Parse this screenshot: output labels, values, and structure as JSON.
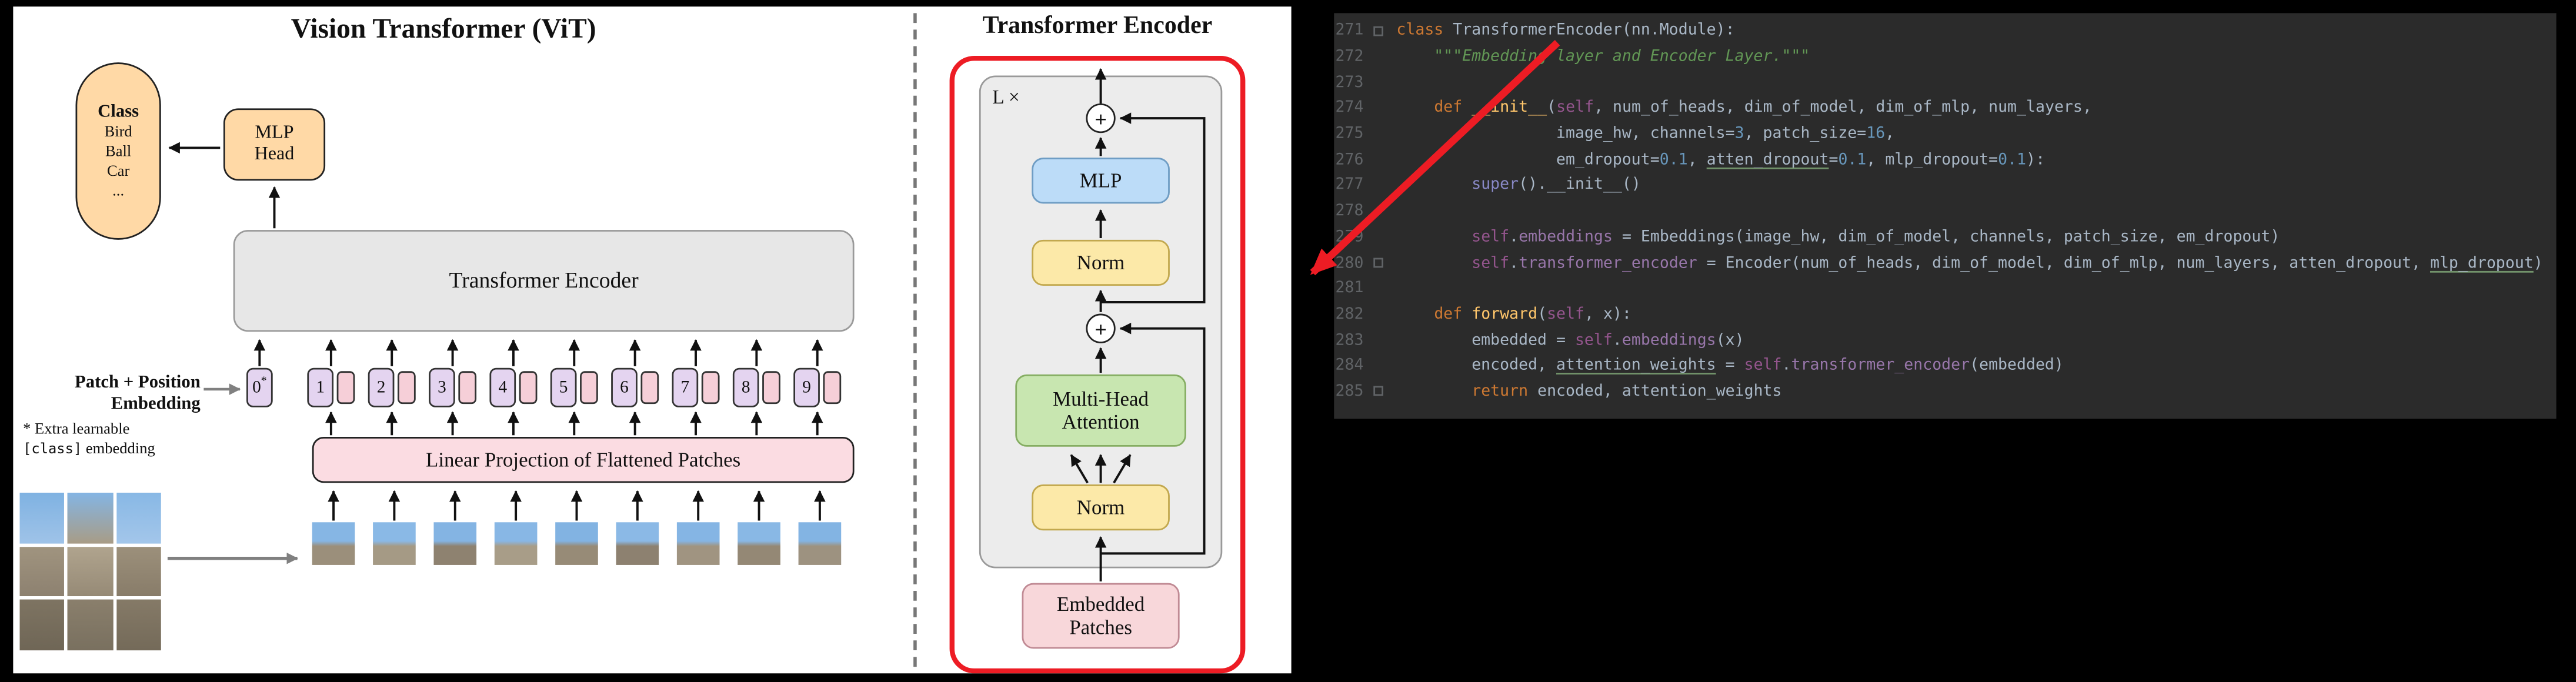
{
  "vit": {
    "title": "Vision Transformer (ViT)",
    "class_bubble": {
      "heading": "Class",
      "items": [
        "Bird",
        "Ball",
        "Car",
        "..."
      ]
    },
    "mlp_head": {
      "line1": "MLP",
      "line2": "Head"
    },
    "encoder_label": "Transformer Encoder",
    "patch_pos_label": {
      "line1": "Patch + Position",
      "line2": "Embedding"
    },
    "extra_note": {
      "line1": "* Extra learnable",
      "line2_code": "[class]",
      "line2_rest": " embedding"
    },
    "linear_projection_label": "Linear Projection of Flattened Patches",
    "tokens": [
      {
        "label": "0",
        "star": "*",
        "patch": false
      },
      {
        "label": "1",
        "patch": true
      },
      {
        "label": "2",
        "patch": true
      },
      {
        "label": "3",
        "patch": true
      },
      {
        "label": "4",
        "patch": true
      },
      {
        "label": "5",
        "patch": true
      },
      {
        "label": "6",
        "patch": true
      },
      {
        "label": "7",
        "patch": true
      },
      {
        "label": "8",
        "patch": true
      },
      {
        "label": "9",
        "patch": true
      }
    ]
  },
  "encoder_detail": {
    "title": "Transformer Encoder",
    "loop_label": "L ×",
    "plus_symbol": "+",
    "mlp_label": "MLP",
    "norm_top": "Norm",
    "norm_bottom": "Norm",
    "mha": {
      "line1": "Multi-Head",
      "line2": "Attention"
    },
    "embedded": {
      "line1": "Embedded",
      "line2": "Patches"
    }
  },
  "code_editor": {
    "lines": [
      {
        "num": "271",
        "fold": true,
        "segs": [
          [
            "kw",
            "class "
          ],
          [
            "plain",
            "TransformerEncoder(nn.Module):"
          ]
        ]
      },
      {
        "num": "272",
        "segs": [
          [
            "doc",
            "    \"\"\"Embedding layer and Encoder Layer.\"\"\""
          ]
        ]
      },
      {
        "num": "273",
        "segs": []
      },
      {
        "num": "274",
        "segs": [
          [
            "plain",
            "    "
          ],
          [
            "kw",
            "def "
          ],
          [
            "fn",
            "__init__"
          ],
          [
            "plain",
            "("
          ],
          [
            "self",
            "self"
          ],
          [
            "plain",
            ", num_of_heads, dim_of_model, dim_of_mlp, num_layers,"
          ]
        ]
      },
      {
        "num": "275",
        "segs": [
          [
            "plain",
            "                 image_hw, channels="
          ],
          [
            "num",
            "3"
          ],
          [
            "plain",
            ", patch_size="
          ],
          [
            "num",
            "16"
          ],
          [
            "plain",
            ","
          ]
        ]
      },
      {
        "num": "276",
        "segs": [
          [
            "plain",
            "                 em_dropout="
          ],
          [
            "num",
            "0.1"
          ],
          [
            "plain",
            ", "
          ],
          [
            "plain u",
            "atten_dropout"
          ],
          [
            "plain",
            "="
          ],
          [
            "num",
            "0.1"
          ],
          [
            "plain",
            ", mlp_dropout="
          ],
          [
            "num",
            "0.1"
          ],
          [
            "plain",
            "):"
          ]
        ]
      },
      {
        "num": "277",
        "segs": [
          [
            "plain",
            "        "
          ],
          [
            "builtin",
            "super"
          ],
          [
            "plain",
            "().__init__()"
          ]
        ]
      },
      {
        "num": "278",
        "segs": []
      },
      {
        "num": "279",
        "segs": [
          [
            "plain",
            "        "
          ],
          [
            "self",
            "self"
          ],
          [
            "plain",
            "."
          ],
          [
            "field",
            "embeddings"
          ],
          [
            "plain",
            " = Embeddings(image_hw, dim_of_model, channels, patch_size, em_dropout)"
          ]
        ]
      },
      {
        "num": "280",
        "fold": true,
        "segs": [
          [
            "plain",
            "        "
          ],
          [
            "self",
            "self"
          ],
          [
            "plain",
            "."
          ],
          [
            "field",
            "transformer_encoder"
          ],
          [
            "plain",
            " = Encoder(num_of_heads, dim_of_model, dim_of_mlp, num_layers, atten_dropout, "
          ],
          [
            "plain u",
            "mlp_dropout"
          ],
          [
            "plain",
            ")"
          ]
        ]
      },
      {
        "num": "281",
        "segs": []
      },
      {
        "num": "282",
        "segs": [
          [
            "plain",
            "    "
          ],
          [
            "kw",
            "def "
          ],
          [
            "fn",
            "forward"
          ],
          [
            "plain",
            "("
          ],
          [
            "self",
            "self"
          ],
          [
            "plain",
            ", x):"
          ]
        ]
      },
      {
        "num": "283",
        "segs": [
          [
            "plain",
            "        embedded = "
          ],
          [
            "self",
            "self"
          ],
          [
            "plain",
            "."
          ],
          [
            "field",
            "embeddings"
          ],
          [
            "plain",
            "(x)"
          ]
        ]
      },
      {
        "num": "284",
        "segs": [
          [
            "plain",
            "        encoded, "
          ],
          [
            "plain u",
            "attention_weights"
          ],
          [
            "plain",
            " = "
          ],
          [
            "self",
            "self"
          ],
          [
            "plain",
            "."
          ],
          [
            "field",
            "transformer_encoder"
          ],
          [
            "plain",
            "(embedded)"
          ]
        ]
      },
      {
        "num": "285",
        "fold": true,
        "segs": [
          [
            "plain",
            "        "
          ],
          [
            "kw",
            "return "
          ],
          [
            "plain",
            "encoded, attention_weights"
          ]
        ]
      }
    ]
  },
  "patch_palette": [
    [
      "#86b6e4",
      "#9b8f7b"
    ],
    [
      "#8ab9e6",
      "#a59a85"
    ],
    [
      "#84b4e3",
      "#8e8270"
    ],
    [
      "#88b7e5",
      "#a89d88"
    ],
    [
      "#82b3e2",
      "#978b77"
    ],
    [
      "#8bb9e6",
      "#8d8170"
    ],
    [
      "#85b5e4",
      "#a09481"
    ],
    [
      "#89b8e5",
      "#948875"
    ],
    [
      "#83b4e3",
      "#9d9280"
    ]
  ],
  "input_image_cells": [
    [
      "#7fb2e2",
      "#9fc3e8"
    ],
    [
      "#84b5e4",
      "#a89c86"
    ],
    [
      "#88b8e5",
      "#a3c6ea"
    ],
    [
      "#a0947f",
      "#8d8170"
    ],
    [
      "#b0a48e",
      "#968a76"
    ],
    [
      "#9c907b",
      "#887c69"
    ],
    [
      "#7e7462",
      "#6f6656"
    ],
    [
      "#8a7f6c",
      "#79705f"
    ],
    [
      "#857a67",
      "#746a59"
    ]
  ],
  "colors": {
    "orange_box": "#ffd9a6",
    "gray_encoder_box": "#e7e7e7",
    "pink_box": "#fbdce2",
    "lavender_token": "#e4d4f0",
    "pink_patch_token": "#f6cfd8",
    "blue_mlp_box": "#bcdcf8",
    "yellow_norm_box": "#fce9a8",
    "green_mha_box": "#c8e6b0",
    "pink_embedded_box": "#f8d7da",
    "red_accent": "#ed1c24",
    "code_background": "#2b2b2b"
  }
}
